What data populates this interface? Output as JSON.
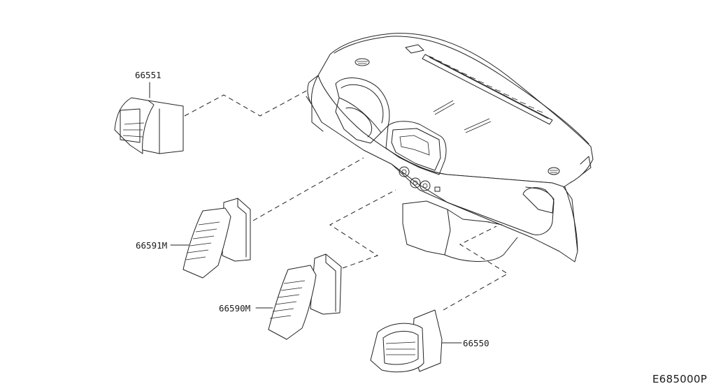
{
  "diagram": {
    "parts": [
      {
        "id": "66551",
        "label": "66551"
      },
      {
        "id": "66591M",
        "label": "66591M"
      },
      {
        "id": "66590M",
        "label": "66590M"
      },
      {
        "id": "66550",
        "label": "66550"
      }
    ],
    "figure_code": "E685000P"
  }
}
